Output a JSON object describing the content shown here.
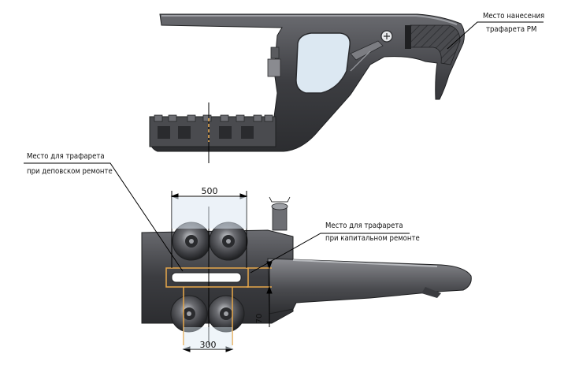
{
  "colors": {
    "part_dark": "#3a3a3d",
    "part_mid": "#55565a",
    "part_light": "#7c7d82",
    "highlight": "#d6dadf",
    "window": "#dce8f2",
    "stencil_frame": "#e8a84a",
    "dimension_line": "#000000"
  },
  "annotations": {
    "rm_line1": "Место нанесения",
    "rm_line2": "трафарета РМ",
    "depot_line1": "Место для трафарета",
    "depot_line2": "при деповском ремонте",
    "capital_line1": "Место для трафарета",
    "capital_line2": "при капитальном ремонте"
  },
  "dimensions": {
    "top_width": "500",
    "bottom_width": "300",
    "offset": "70"
  }
}
